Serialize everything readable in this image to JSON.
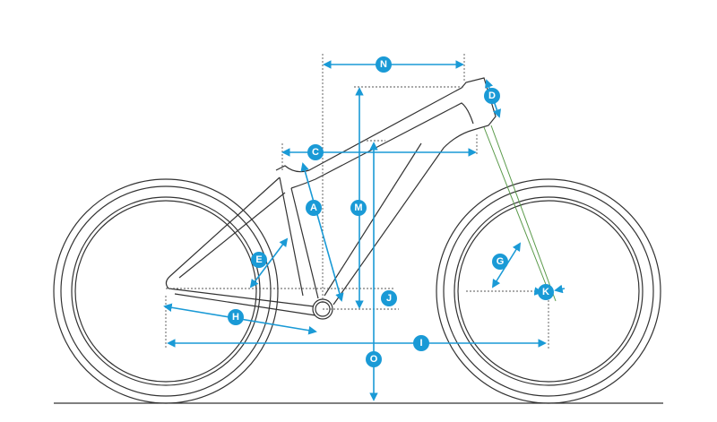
{
  "diagram": {
    "accent_color": "#1a9ad6",
    "labels": {
      "A": "A",
      "C": "C",
      "D": "D",
      "E": "E",
      "G": "G",
      "H": "H",
      "I": "I",
      "J": "J",
      "K": "K",
      "M": "M",
      "N": "N",
      "O": "O"
    }
  }
}
